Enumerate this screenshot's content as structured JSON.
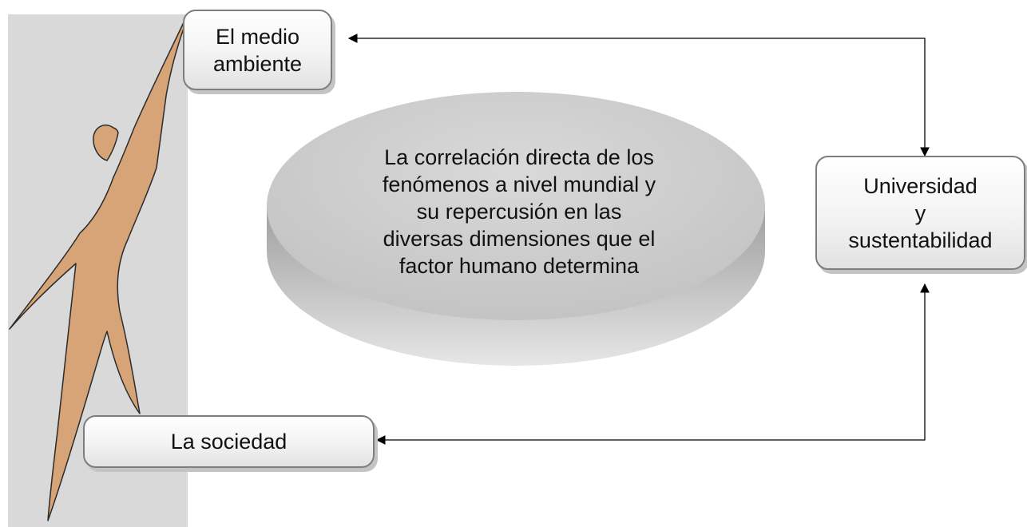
{
  "diagram": {
    "nodes": {
      "environment": "El medio\nambiente",
      "university": "Universidad\ny\nsustentabilidad",
      "society": "La sociedad"
    },
    "center_text": "La correlación directa de los\nfenómenos a nivel mundial y\nsu repercusión en las\ndiversas dimensiones que el\nfactor humano determina"
  },
  "colors": {
    "figure": "#d6a476",
    "figure_outline": "#2b2b2b",
    "side_panel": "#d9d9d9",
    "ellipse_top": "#cfcfcf",
    "ellipse_side": "#b8b8b8",
    "connector": "#000000"
  }
}
